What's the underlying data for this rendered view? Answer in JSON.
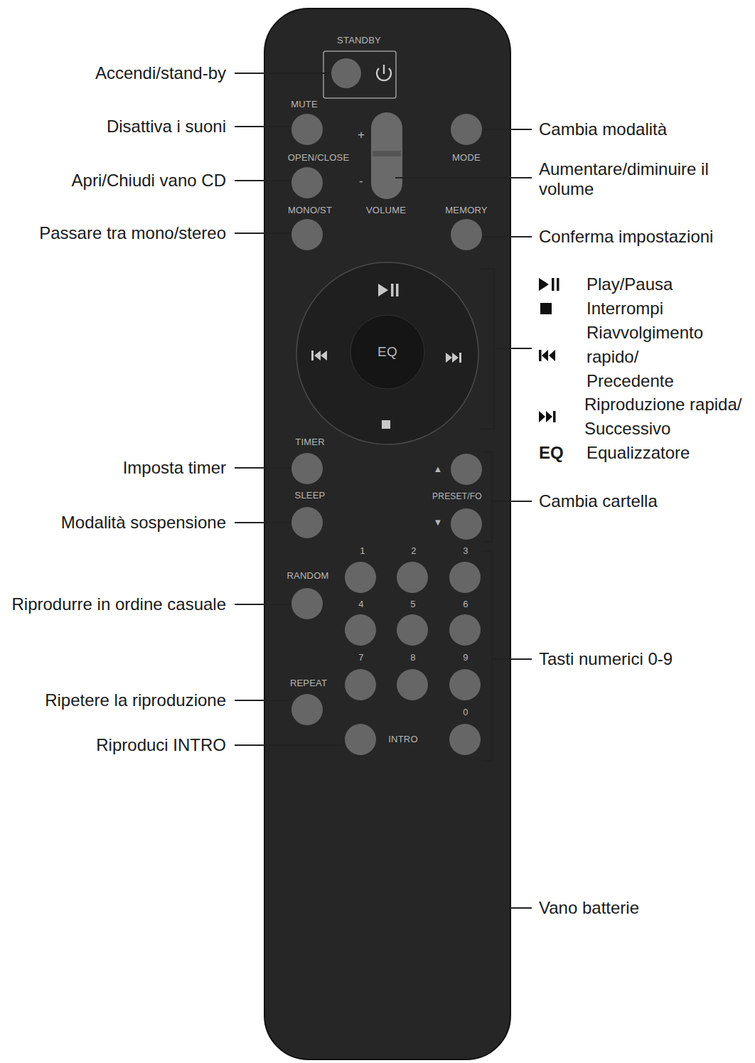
{
  "diagram": {
    "labels": [
      "STANDBY",
      "Accendi/stand-by",
      "MUTE",
      "Disattiva i suoni",
      "+",
      "Cambia modalità",
      "OPEN/CLOSE",
      "MODE",
      "Aumentare/diminuire il volume",
      "Apri/Chiudi vano CD",
      "-",
      "MONO/ST",
      "VOLUME",
      "MEMORY",
      "Passare tra mono/stereo",
      "Conferma impostazioni",
      "Play/Pausa",
      "Interrompi",
      "EQ",
      "Riavvolgimento rapido/ Precedente",
      "Riproduzione rapida/ Successivo",
      "TIMER",
      "EQ",
      "Equalizzatore",
      "Imposta timer",
      "▲",
      "SLEEP",
      "PRESET/FO",
      "Cambia cartella",
      "▼",
      "Modalità sospensione",
      "1",
      "2",
      "3",
      "RANDOM",
      "Riprodurre in ordine casuale",
      "4",
      "5",
      "6",
      "Tasti numerici 0-9",
      "7",
      "8",
      "9",
      "REPEAT",
      "Ripetere la riproduzione",
      "0",
      "INTRO",
      "Riproduci INTRO",
      "Vano batterie"
    ]
  }
}
